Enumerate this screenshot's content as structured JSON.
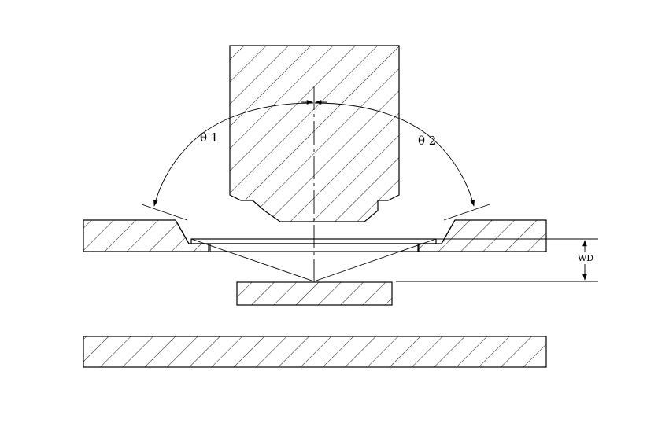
{
  "labels": {
    "theta1": "θ 1",
    "theta2": "θ 2",
    "wd": "WD"
  },
  "colors": {
    "stroke": "#000000",
    "background": "#ffffff"
  }
}
